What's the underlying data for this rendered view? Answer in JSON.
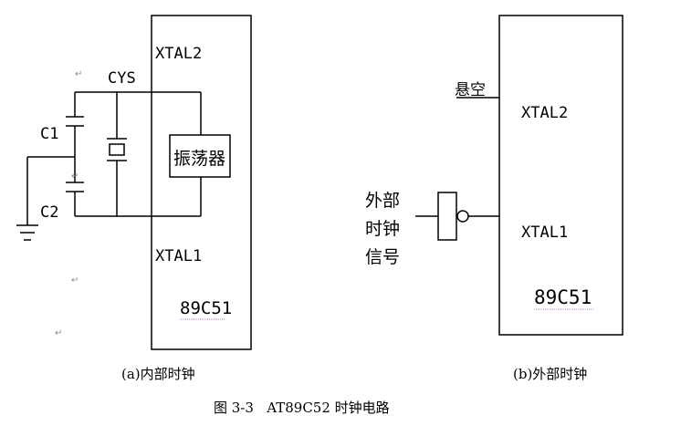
{
  "left_circuit": {
    "chip_top_pin": "XTAL2",
    "chip_bottom_pin": "XTAL1",
    "chip_name": "89C51",
    "crystal_label": "CYS",
    "cap_top_label": "C1",
    "cap_bottom_label": "C2",
    "oscillator_label": "振荡器",
    "caption": "(a)内部时钟"
  },
  "right_circuit": {
    "float_label": "悬空",
    "chip_top_pin": "XTAL2",
    "chip_bottom_pin": "XTAL1",
    "chip_name": "89C51",
    "signal_line1": "外部",
    "signal_line2": "时钟",
    "signal_line3": "信号",
    "caption": "(b)外部时钟"
  },
  "figure_caption": "图 3-3   AT89C52 时钟电路",
  "paragraph_marks": [
    "↵",
    "↵",
    "↵",
    "↵"
  ]
}
